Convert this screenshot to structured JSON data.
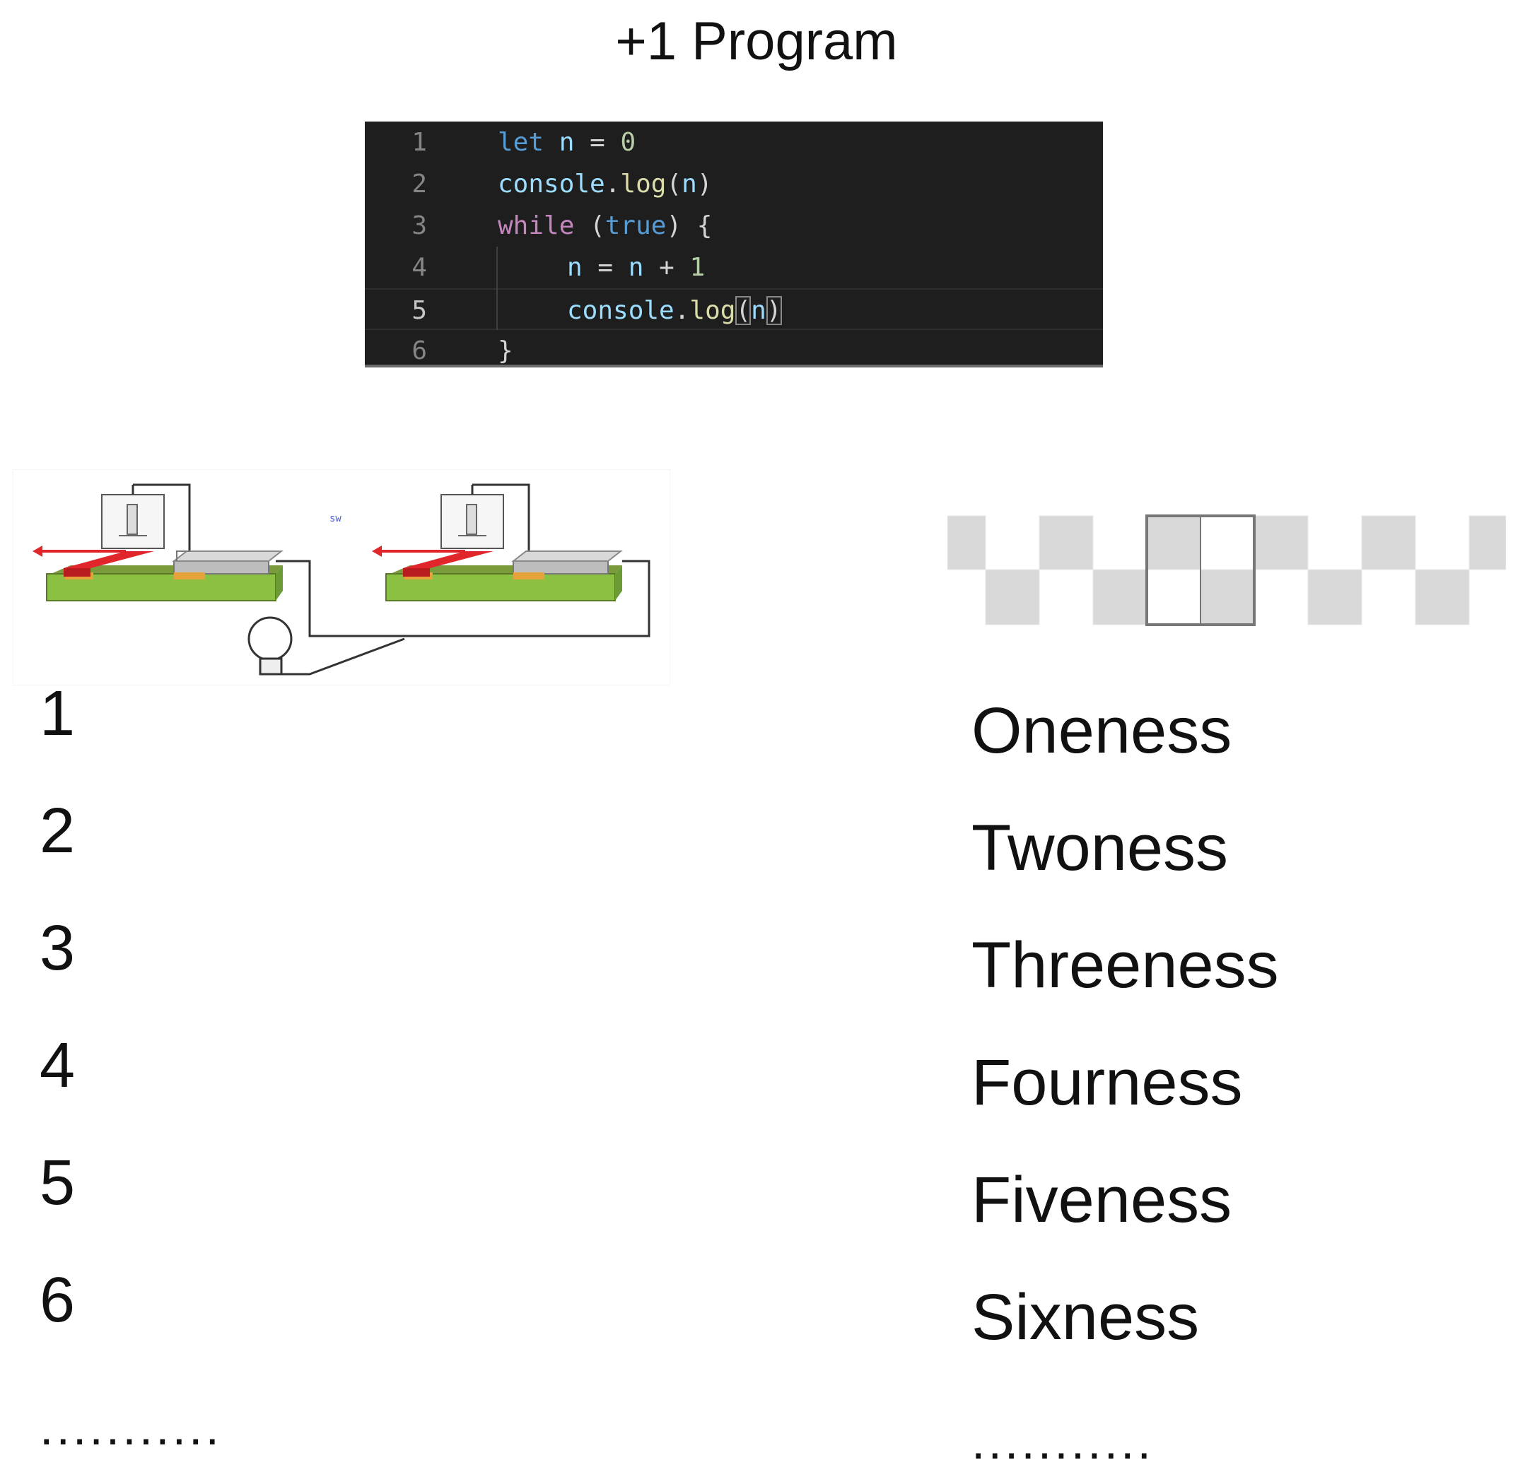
{
  "title": "+1 Program",
  "code": {
    "lines": [
      {
        "number": "1",
        "text": "let n = 0"
      },
      {
        "number": "2",
        "text": "console.log(n)"
      },
      {
        "number": "3",
        "text": "while (true) {"
      },
      {
        "number": "4",
        "text": "n = n + 1"
      },
      {
        "number": "5",
        "text": "console.log(n)"
      },
      {
        "number": "6",
        "text": "}"
      }
    ],
    "colors": {
      "background": "#1e1e1e",
      "keyword": "#569cd6",
      "control": "#c586c0",
      "variable": "#9cdcfe",
      "number": "#b5cea8",
      "function": "#dcdcaa"
    }
  },
  "numbers": [
    "1",
    "2",
    "3",
    "4",
    "5",
    "6",
    "..........."
  ],
  "words": [
    "Oneness",
    "Twoness",
    "Threeness",
    "Fourness",
    "Fiveness",
    "Sixness",
    "..........."
  ]
}
